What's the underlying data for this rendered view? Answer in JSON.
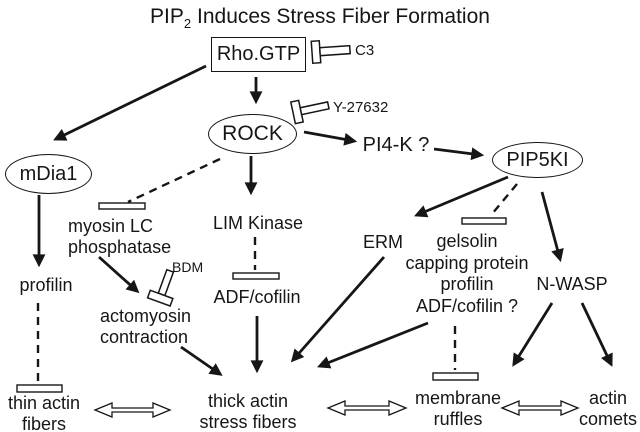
{
  "title": {
    "pip": "PIP",
    "sub": "2",
    "rest": " Induces Stress Fiber Formation"
  },
  "nodes": {
    "rho_gtp": "Rho.GTP",
    "rock": "ROCK",
    "mdia1": "mDia1",
    "pi4k": "PI4-K ?",
    "pip5ki": "PIP5KI",
    "myosin_l1": "myosin LC",
    "myosin_l2": "phosphatase",
    "lim_kinase": "LIM Kinase",
    "adf_cofilin": "ADF/cofilin",
    "profilin": "profilin",
    "actomyosin_l1": "actomyosin",
    "actomyosin_l2": "contraction",
    "erm": "ERM",
    "effectors": [
      "gelsolin",
      "capping protein",
      "profilin",
      "ADF/cofilin ?"
    ],
    "nwasp": "N-WASP"
  },
  "inhibitors": {
    "c3": "C3",
    "y27632": "Y-27632",
    "bdm": "BDM"
  },
  "outcomes": {
    "thin_l1": "thin actin",
    "thin_l2": "fibers",
    "thick_l1": "thick actin",
    "thick_l2": "stress fibers",
    "ruffles_l1": "membrane",
    "ruffles_l2": "ruffles",
    "comets_l1": "actin",
    "comets_l2": "comets"
  },
  "colors": {
    "ink": "#161616",
    "background": "#ffffff"
  }
}
